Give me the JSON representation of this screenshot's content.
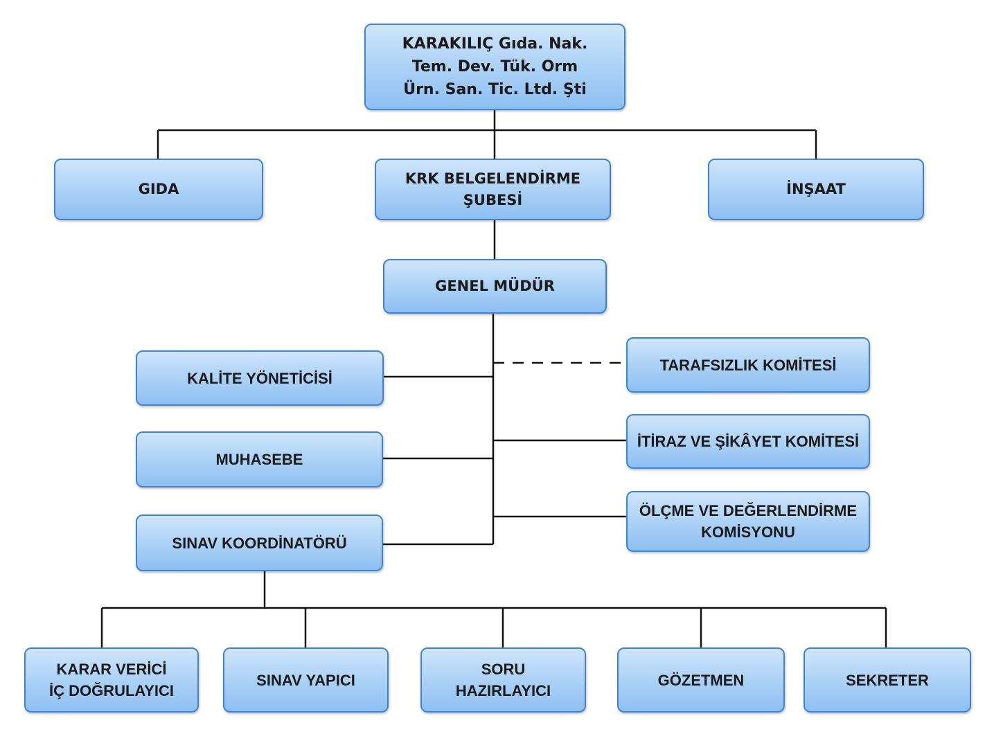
{
  "company": {
    "lines": [
      "KARAKILIÇ Gıda. Nak.",
      "Tem. Dev. Tük. Orm",
      "Ürn. San. Tic. Ltd. Şti"
    ]
  },
  "level1": {
    "gida": "GIDA",
    "krk": [
      "KRK BELGELENDİRME",
      "ŞUBESİ"
    ],
    "insaat": "İNŞAAT"
  },
  "genel_mudur": "GENEL MÜDÜR",
  "left": {
    "kalite": "KALİTE YÖNETİCİSİ",
    "muhasebe": "MUHASEBE",
    "sinav_koord": "SINAV KOORDİNATÖRÜ"
  },
  "right": {
    "tarafsizlik": "TARAFSIZLIK KOMİTESİ",
    "itiraz": "İTİRAZ VE ŞİKÂYET KOMİTESİ",
    "olcme": [
      "ÖLÇME VE DEĞERLENDİRME",
      "KOMİSYONU"
    ]
  },
  "bottom": {
    "karar": [
      "KARAR VERİCİ",
      "İÇ DOĞRULAYICI"
    ],
    "sinav_yapici": "SINAV YAPICI",
    "soru": [
      "SORU",
      "HAZIRLAYICI"
    ],
    "gozetmen": "GÖZETMEN",
    "sekreter": "SEKRETER"
  },
  "colors": {
    "box_border": "#3f83d6",
    "box_fill_top": "#cfe5fb",
    "box_fill_bottom": "#8ebff2",
    "line": "#111111"
  }
}
